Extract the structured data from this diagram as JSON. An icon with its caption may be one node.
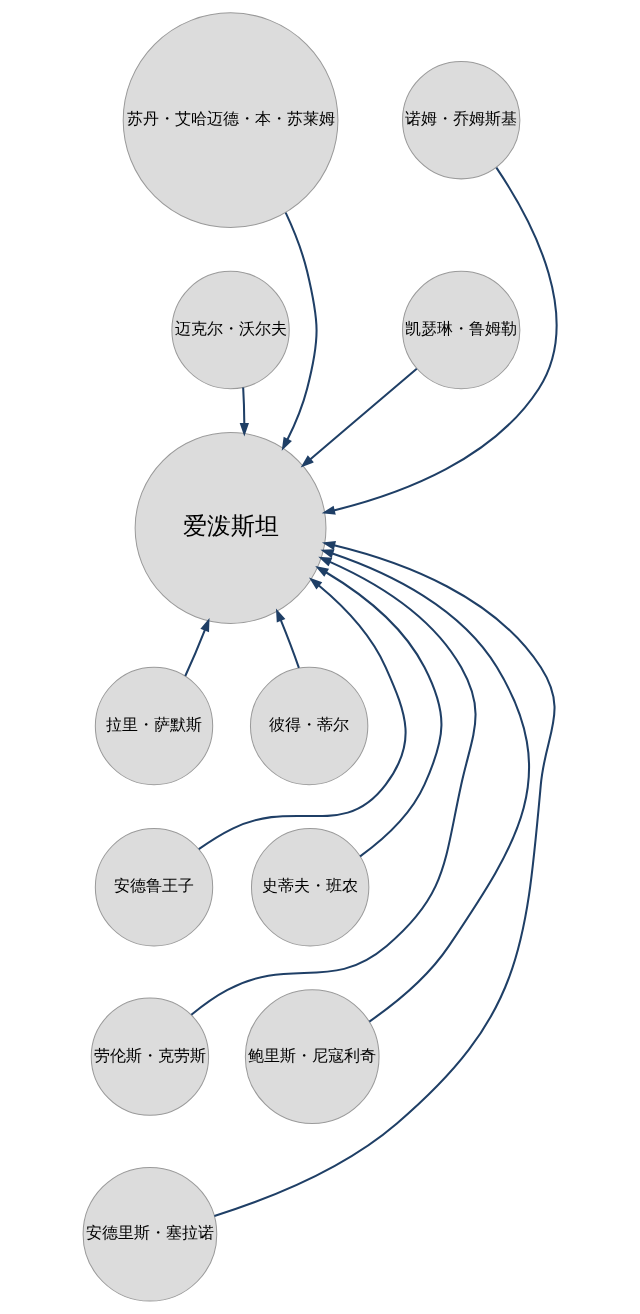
{
  "diagram": {
    "nodes": [
      {
        "text": [
          "苏丹・艾哈迈德・本・苏莱姆"
        ]
      },
      {
        "text": [
          "诺姆・乔姆斯基"
        ]
      },
      {
        "text": [
          "迈克尔・沃尔夫"
        ]
      },
      {
        "text": [
          "凯瑟琳・鲁姆勒"
        ]
      },
      {
        "text": [
          "爱泼斯坦"
        ]
      },
      {
        "text": [
          "拉里・萨默斯"
        ]
      },
      {
        "text": [
          "彼得・蒂尔"
        ]
      },
      {
        "text": [
          "安德鲁王子"
        ]
      },
      {
        "text": [
          "史蒂夫・班农"
        ]
      },
      {
        "text": [
          "劳伦斯・克劳斯"
        ]
      },
      {
        "text": [
          "鲍里斯・尼寇利奇"
        ]
      },
      {
        "text": [
          "安德里斯・塞拉诺"
        ]
      }
    ],
    "edges": [
      {
        "from": 0,
        "to": 4,
        "arrow": "to"
      },
      {
        "from": 1,
        "to": 4,
        "arrow": "to"
      },
      {
        "from": 2,
        "to": 4,
        "arrow": "to"
      },
      {
        "from": 3,
        "to": 4,
        "arrow": "to"
      },
      {
        "from": 5,
        "to": 4,
        "arrow": "to"
      },
      {
        "from": 6,
        "to": 4,
        "arrow": "to"
      },
      {
        "from": 7,
        "to": 4,
        "arrow": "to"
      },
      {
        "from": 8,
        "to": 4,
        "arrow": "to"
      },
      {
        "from": 9,
        "to": 4,
        "arrow": "to"
      },
      {
        "from": 10,
        "to": 4,
        "arrow": "to"
      },
      {
        "from": 11,
        "to": 4,
        "arrow": "to"
      }
    ]
  }
}
